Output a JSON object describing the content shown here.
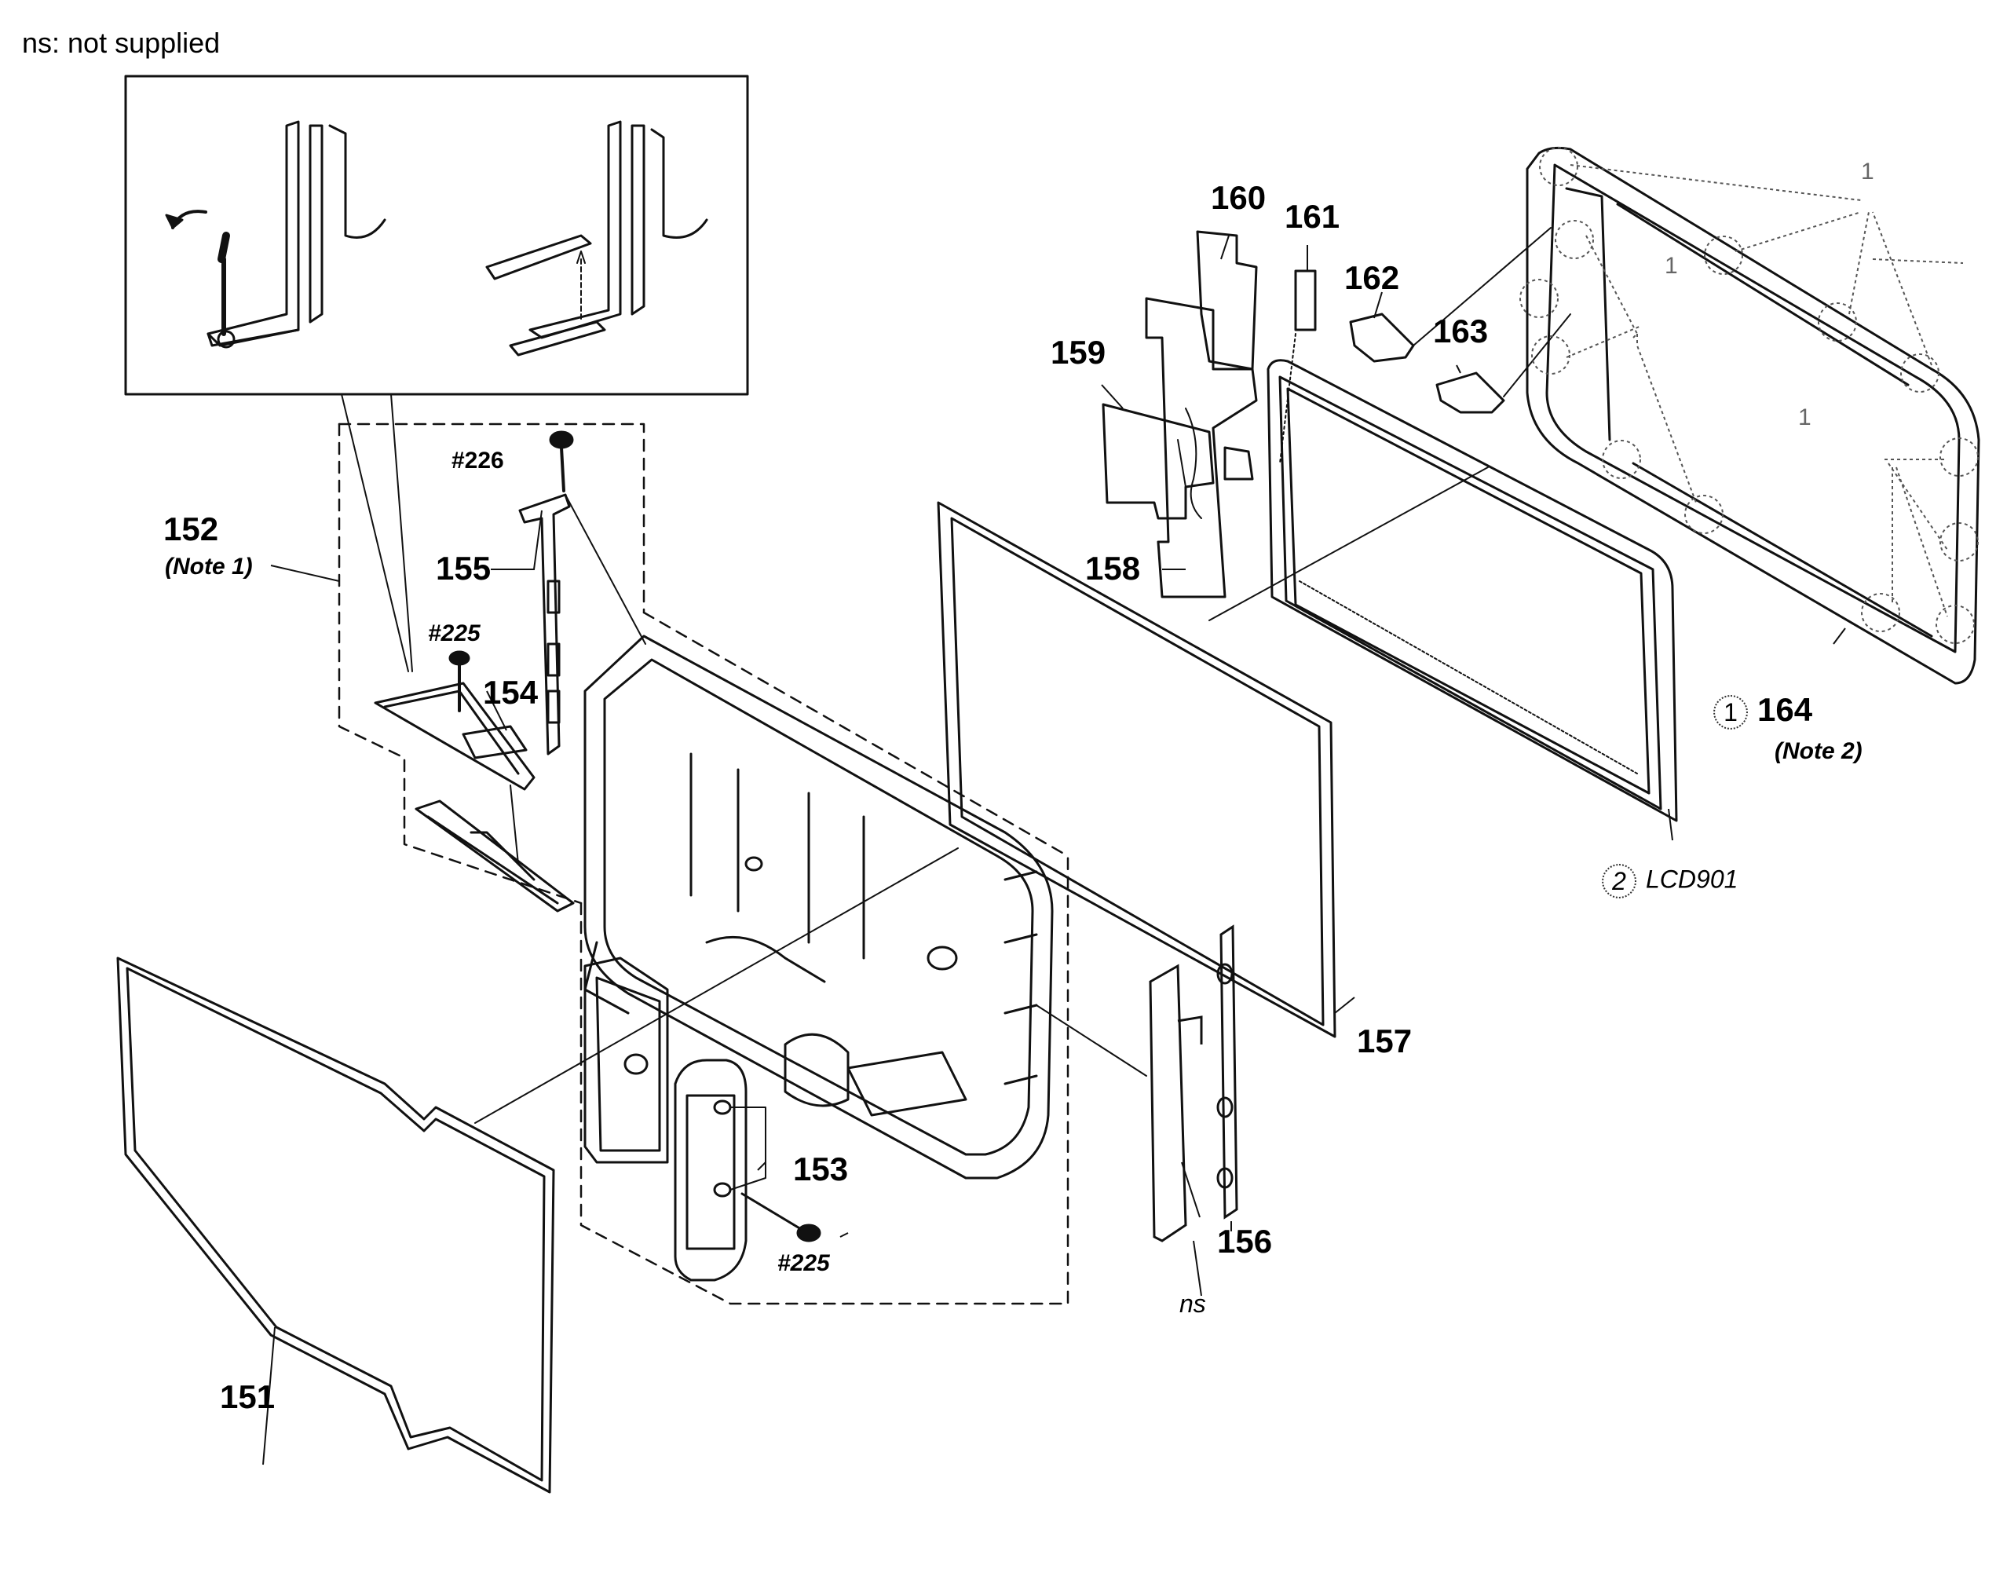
{
  "legend": {
    "text": "ns: not supplied"
  },
  "callouts": {
    "p151": "151",
    "p152": "152",
    "p152_note": "(Note 1)",
    "p153": "153",
    "p154": "154",
    "p155": "155",
    "p156": "156",
    "p157": "157",
    "p158": "158",
    "p159": "159",
    "p160": "160",
    "p161": "161",
    "p162": "162",
    "p163": "163",
    "p164": "164",
    "p164_note": "(Note 2)",
    "lcd": "LCD901",
    "ns": "ns"
  },
  "screws": {
    "s226": "#226",
    "s225a": "#225",
    "s225b": "#225"
  },
  "order_marks": {
    "m1": "1",
    "m2": "2"
  },
  "claw_marks": {
    "c1": "1",
    "c2": "1",
    "c3": "1"
  },
  "colors": {
    "line": "#111111",
    "dashed": "#222222",
    "dotted": "#666666"
  }
}
